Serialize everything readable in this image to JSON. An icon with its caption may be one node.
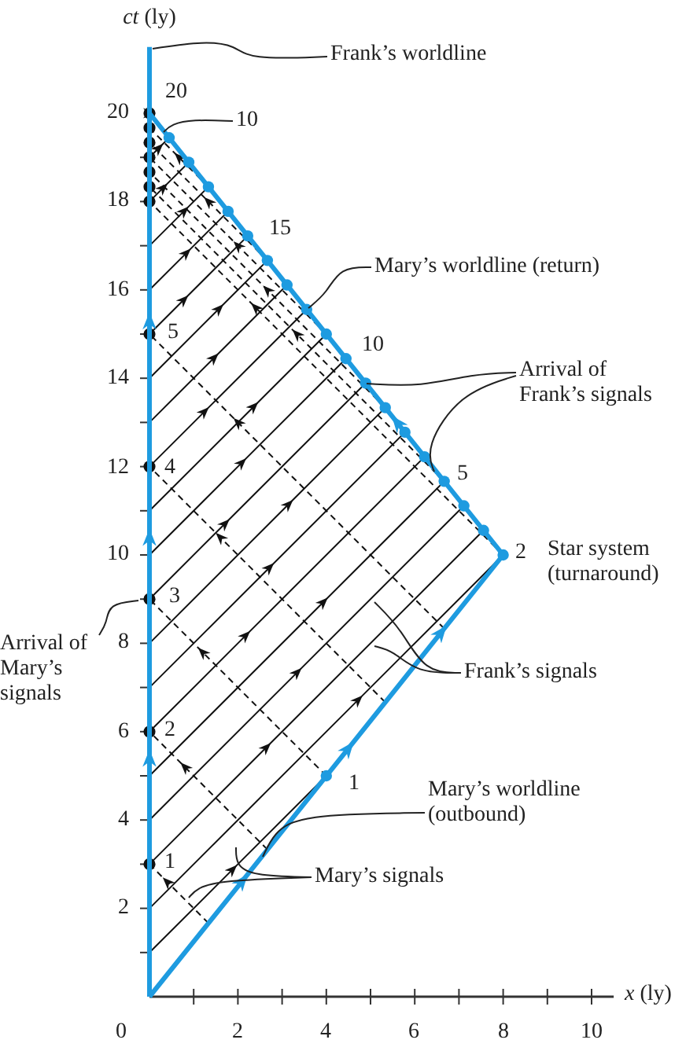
{
  "diagram": {
    "nodes": [
      {
        "text": [
          "Frank’s worldline"
        ]
      },
      {
        "text": [
          "10"
        ]
      },
      {
        "text": [
          "Mary’s worldline (return)"
        ]
      },
      {
        "text": [
          "Arrival of Frank’s signals"
        ]
      },
      {
        "text": [
          "Frank’s signals"
        ]
      },
      {
        "text": [
          "Arrival of Mary’s signals"
        ]
      },
      {
        "text": [
          "Mary’s worldline (outbound)"
        ]
      },
      {
        "text": [
          "Mary’s signals"
        ]
      }
    ],
    "edges": [
      {
        "from": 0,
        "to": null,
        "arrow": "none"
      },
      {
        "from": 1,
        "to": null,
        "arrow": "none"
      },
      {
        "from": 2,
        "to": null,
        "arrow": "none"
      },
      {
        "from": 3,
        "to": null,
        "arrow": "none"
      },
      {
        "from": 3,
        "to": null,
        "arrow": "none"
      },
      {
        "from": 4,
        "to": null,
        "arrow": "none"
      },
      {
        "from": 4,
        "to": null,
        "arrow": "none"
      },
      {
        "from": 5,
        "to": null,
        "arrow": "none"
      },
      {
        "from": 6,
        "to": null,
        "arrow": "none"
      },
      {
        "from": 7,
        "to": null,
        "arrow": "none"
      },
      {
        "from": 7,
        "to": null,
        "arrow": "none"
      }
    ],
    "labels": [
      "*ct* (ly)",
      "20",
      "20",
      "18",
      "15",
      "16",
      "5",
      "10",
      "14",
      "12",
      "4",
      "5",
      "10",
      "2",
      "Star system (turnaround)",
      "3",
      "8",
      "6",
      "2",
      "1",
      "4",
      "1",
      "2",
      "0",
      "2",
      "4",
      "6",
      "8",
      "10",
      "*x* (ly)"
    ]
  }
}
